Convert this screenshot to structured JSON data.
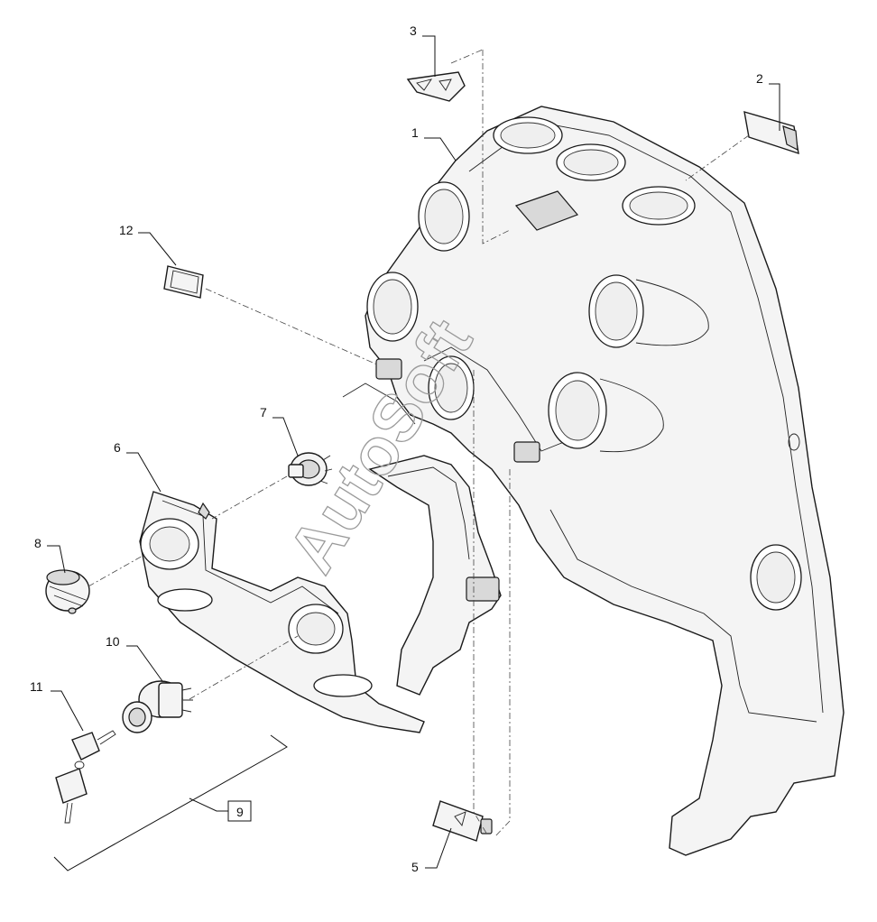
{
  "diagram": {
    "watermark": "AutoSoft",
    "callouts": [
      {
        "id": "1",
        "label": "1"
      },
      {
        "id": "2",
        "label": "2"
      },
      {
        "id": "3",
        "label": "3"
      },
      {
        "id": "5",
        "label": "5"
      },
      {
        "id": "6",
        "label": "6"
      },
      {
        "id": "7",
        "label": "7"
      },
      {
        "id": "8",
        "label": "8"
      },
      {
        "id": "9",
        "label": "9"
      },
      {
        "id": "10",
        "label": "10"
      },
      {
        "id": "11",
        "label": "11"
      },
      {
        "id": "12",
        "label": "12"
      }
    ]
  }
}
